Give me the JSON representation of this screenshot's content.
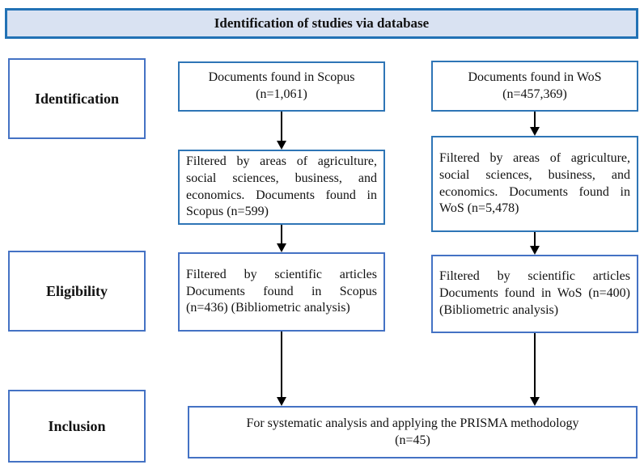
{
  "header": {
    "title": "Identification of studies via database"
  },
  "stages": [
    {
      "label": "Identification"
    },
    {
      "label": "Eligibility"
    },
    {
      "label": "Inclusion"
    }
  ],
  "scopus": {
    "box1": "Documents found in Scopus\n(n=1,061)",
    "box2": "Filtered by areas of agriculture, social sciences, business, and economics. Documents found in Scopus (n=599)",
    "box3": "Filtered by scientific articles Documents found in Scopus (n=436) (Bibliometric analysis)"
  },
  "wos": {
    "box1": "Documents found in WoS\n(n=457,369)",
    "box2": "Filtered by areas of agriculture, social sciences, business, and economics. Documents found in WoS (n=5,478)",
    "box3": "Filtered by scientific articles Documents found in WoS (n=400) (Bibliometric analysis)"
  },
  "inclusion": {
    "box": "For systematic analysis and applying the PRISMA methodology\n(n=45)"
  },
  "counts": {
    "scopus_initial": "1,061",
    "wos_initial": "457,369",
    "scopus_filtered_areas": "599",
    "wos_filtered_areas": "5,478",
    "scopus_articles": "436",
    "wos_articles": "400",
    "systematic_analysis": "45"
  },
  "colors": {
    "header_fill": "#d9e2f2",
    "header_border": "#2272b5",
    "flow_border": "#2e75b6",
    "accent_border": "#4472c4",
    "arrow": "#000000",
    "text": "#111111"
  }
}
